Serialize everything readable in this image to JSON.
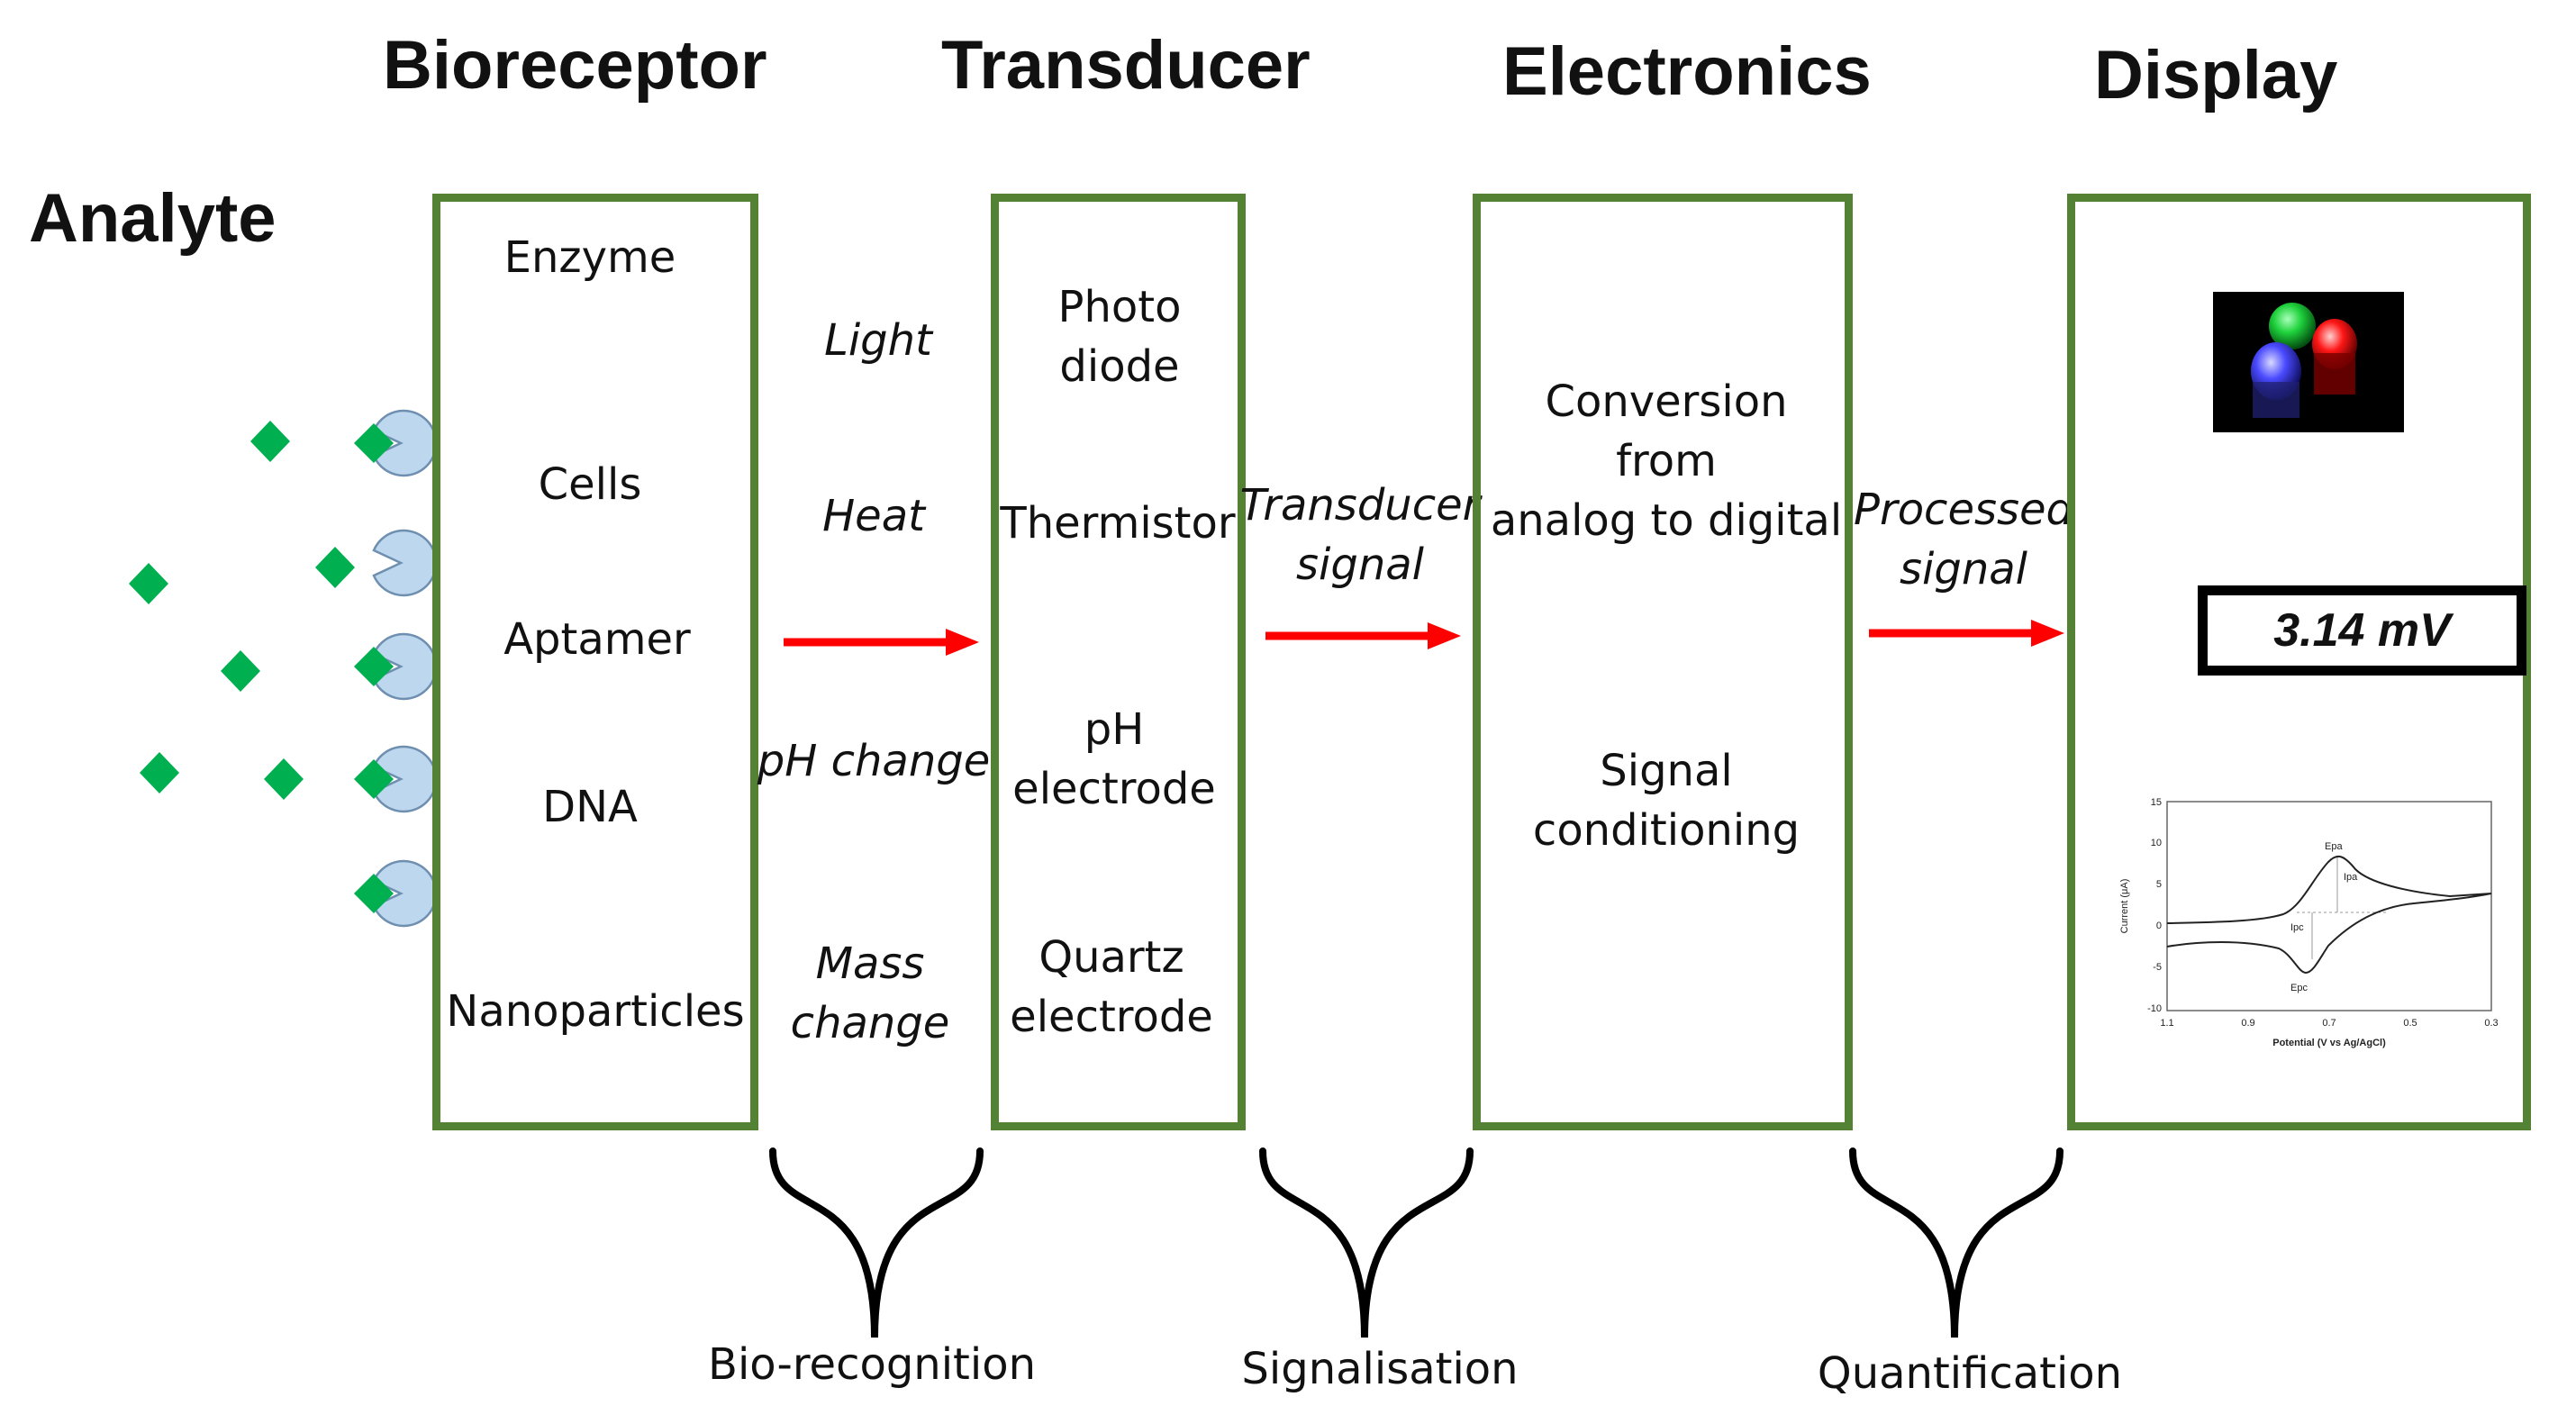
{
  "headings": {
    "analyte": "Analyte",
    "bioreceptor": "Bioreceptor",
    "transducer": "Transducer",
    "electronics": "Electronics",
    "display": "Display"
  },
  "bioreceptor_items": [
    "Enzyme",
    "Cells",
    "Aptamer",
    "DNA",
    "Nanoparticles"
  ],
  "bio_signals": [
    "Light",
    "Heat",
    "pH change",
    "Mass\nchange"
  ],
  "transducer_items": [
    "Photo\ndiode",
    "Thermistor",
    "pH\nelectrode",
    "Quartz\nelectrode"
  ],
  "signal_labels": {
    "transducer_signal": "Transducer\nsignal",
    "processed_signal": "Processed\nsignal"
  },
  "electronics_items": [
    "Conversion\nfrom\nanalog to digital",
    "Signal\nconditioning"
  ],
  "display": {
    "readout": "3.14 mV",
    "plot": {
      "ylabel": "Current (μA)",
      "xlabel": "Potential (V vs Ag/AgCl)",
      "yticks": [
        "15",
        "10",
        "5",
        "0",
        "-5",
        "-10"
      ],
      "xticks": [
        "1.1",
        "0.9",
        "0.7",
        "0.5",
        "0.3"
      ],
      "annotations": [
        "Epa",
        "Ipa",
        "Ipc",
        "Epc"
      ]
    }
  },
  "stages": [
    "Bio-recognition",
    "Signalisation",
    "Quantification"
  ],
  "colors": {
    "box_border": "#548235",
    "arrow": "#ff0000",
    "analyte": "#00b050",
    "receptor": "#bdd7ee"
  }
}
